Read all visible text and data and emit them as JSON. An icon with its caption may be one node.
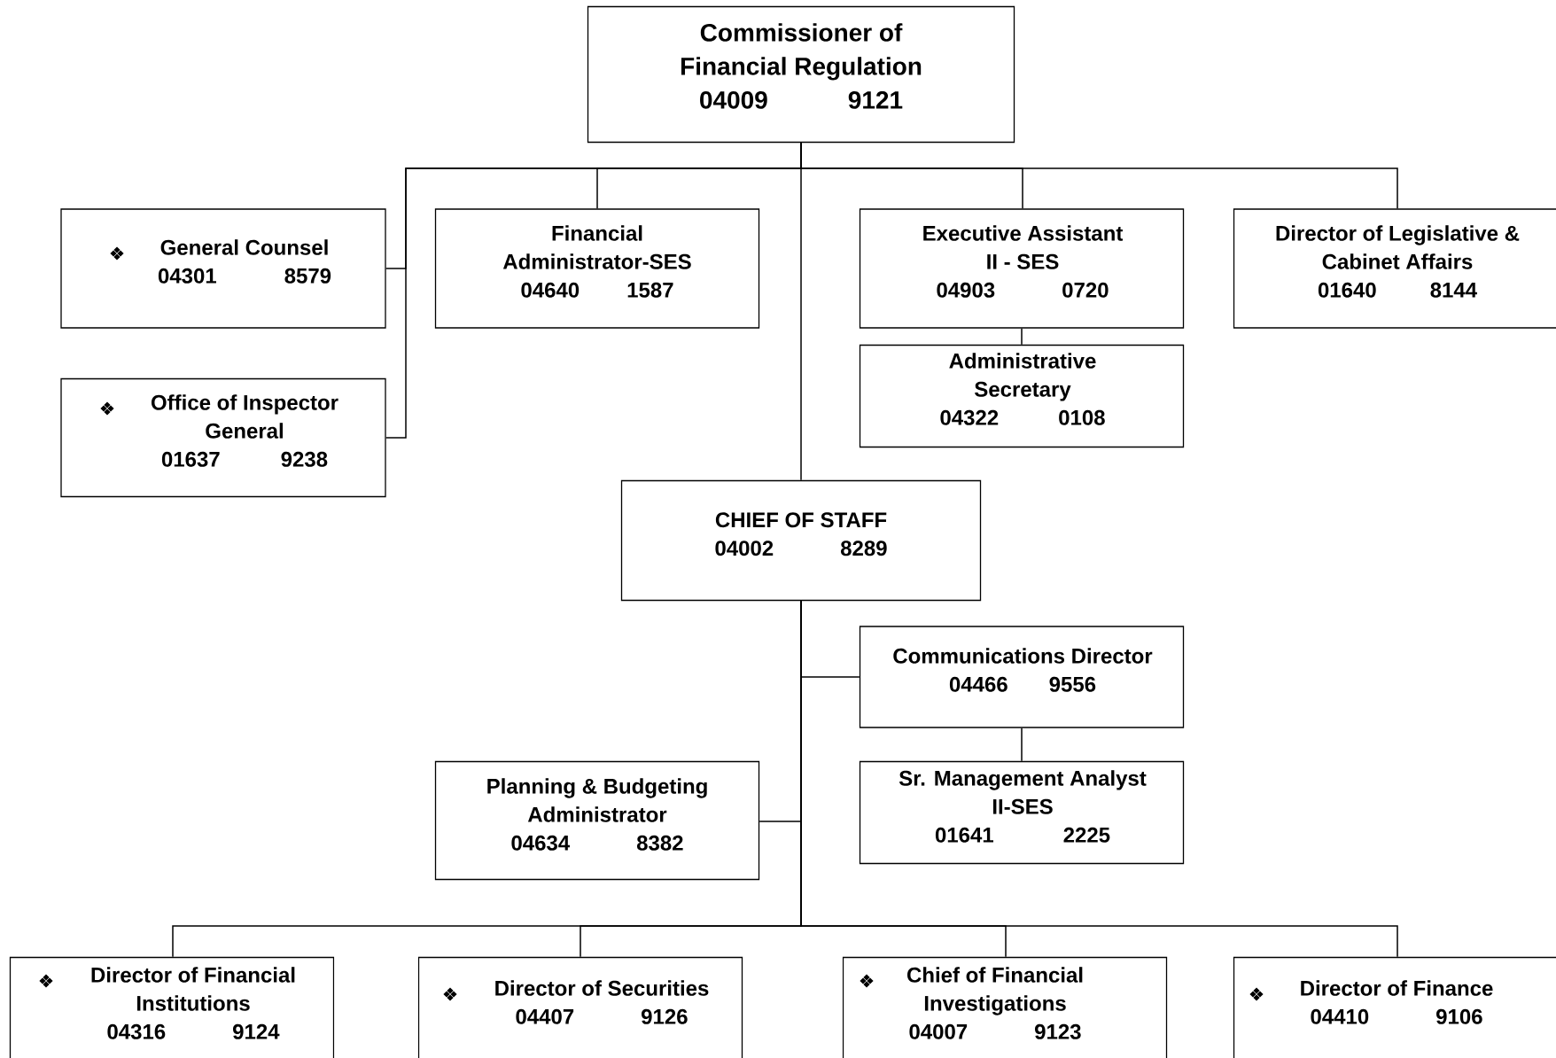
{
  "diagram": {
    "nodes": [
      {
        "text": [
          "Commissioner of Financial Regulation",
          "04009",
          "9121"
        ]
      },
      {
        "text": [
          "General Counsel",
          "04301",
          "8579"
        ]
      },
      {
        "text": [
          "Financial Administrator-SES",
          "04640",
          "1587"
        ]
      },
      {
        "text": [
          "Executive Assistant II - SES",
          "04903",
          "0720"
        ]
      },
      {
        "text": [
          "Director of Legislative & Cabinet Affairs",
          "01640",
          "8144"
        ]
      },
      {
        "text": [
          "Office of Inspector General",
          "01637",
          "9238"
        ]
      },
      {
        "text": [
          "Administrative Secretary",
          "04322",
          "0108"
        ]
      },
      {
        "text": [
          "CHIEF OF STAFF",
          "04002",
          "8289"
        ]
      },
      {
        "text": [
          "Communications Director",
          "04466",
          "9556"
        ]
      },
      {
        "text": [
          "Planning & Budgeting Administrator",
          "04634",
          "8382"
        ]
      },
      {
        "text": [
          "Sr. Management Analyst II-SES",
          "01641",
          "2225"
        ]
      },
      {
        "text": [
          "Director of Financial Institutions",
          "04316",
          "9124"
        ]
      },
      {
        "text": [
          "Director of Securities",
          "04407",
          "9126"
        ]
      },
      {
        "text": [
          "Chief of Financial Investigations",
          "04007",
          "9123"
        ]
      },
      {
        "text": [
          "Director of Finance",
          "04410",
          "9106"
        ]
      }
    ],
    "edges": [
      {
        "from": 0,
        "to": 1,
        "arrow": "none"
      },
      {
        "from": 0,
        "to": 5,
        "arrow": "none"
      },
      {
        "from": 0,
        "to": 2,
        "arrow": "none"
      },
      {
        "from": 0,
        "to": 3,
        "arrow": "none"
      },
      {
        "from": 0,
        "to": 4,
        "arrow": "none"
      },
      {
        "from": 0,
        "to": 7,
        "arrow": "none"
      },
      {
        "from": 3,
        "to": 6,
        "arrow": "none"
      },
      {
        "from": 7,
        "to": 8,
        "arrow": "none"
      },
      {
        "from": 8,
        "to": 10,
        "arrow": "none"
      },
      {
        "from": 7,
        "to": 9,
        "arrow": "none"
      },
      {
        "from": 7,
        "to": 11,
        "arrow": "none"
      },
      {
        "from": 7,
        "to": 12,
        "arrow": "none"
      },
      {
        "from": 7,
        "to": 13,
        "arrow": "none"
      },
      {
        "from": 7,
        "to": 14,
        "arrow": "none"
      }
    ]
  }
}
